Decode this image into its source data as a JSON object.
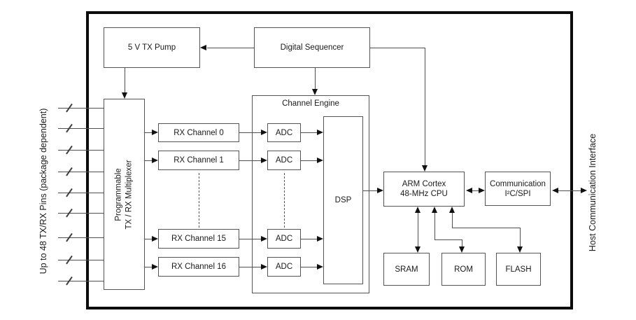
{
  "diagram": {
    "outer_labels": {
      "left_pins": "Up to 48 TX/RX Pins (package dependent)",
      "host_interface": "Host Communication Interface"
    },
    "blocks": {
      "tx_pump": "5 V TX Pump",
      "digital_sequencer": "Digital Sequencer",
      "multiplexer_line1": "Programmable",
      "multiplexer_line2": "TX / RX Multiplexer",
      "rx_channel_0": "RX Channel 0",
      "rx_channel_1": "RX Channel 1",
      "rx_channel_15": "RX Channel 15",
      "rx_channel_16": "RX Channel 16",
      "channel_engine": "Channel Engine",
      "adc": "ADC",
      "dsp": "DSP",
      "cpu_line1": "ARM Cortex",
      "cpu_line2": "48-MHz CPU",
      "comm_line1": "Communication",
      "comm_line2": "I²C/SPI",
      "sram": "SRAM",
      "rom": "ROM",
      "flash": "FLASH"
    },
    "colors": {
      "outer_border": "#0c0c0c",
      "box_border": "#545454",
      "line": "#4f4f4f",
      "arrow": "#111111",
      "text": "#1a1a1a",
      "background": "#ffffff"
    }
  }
}
